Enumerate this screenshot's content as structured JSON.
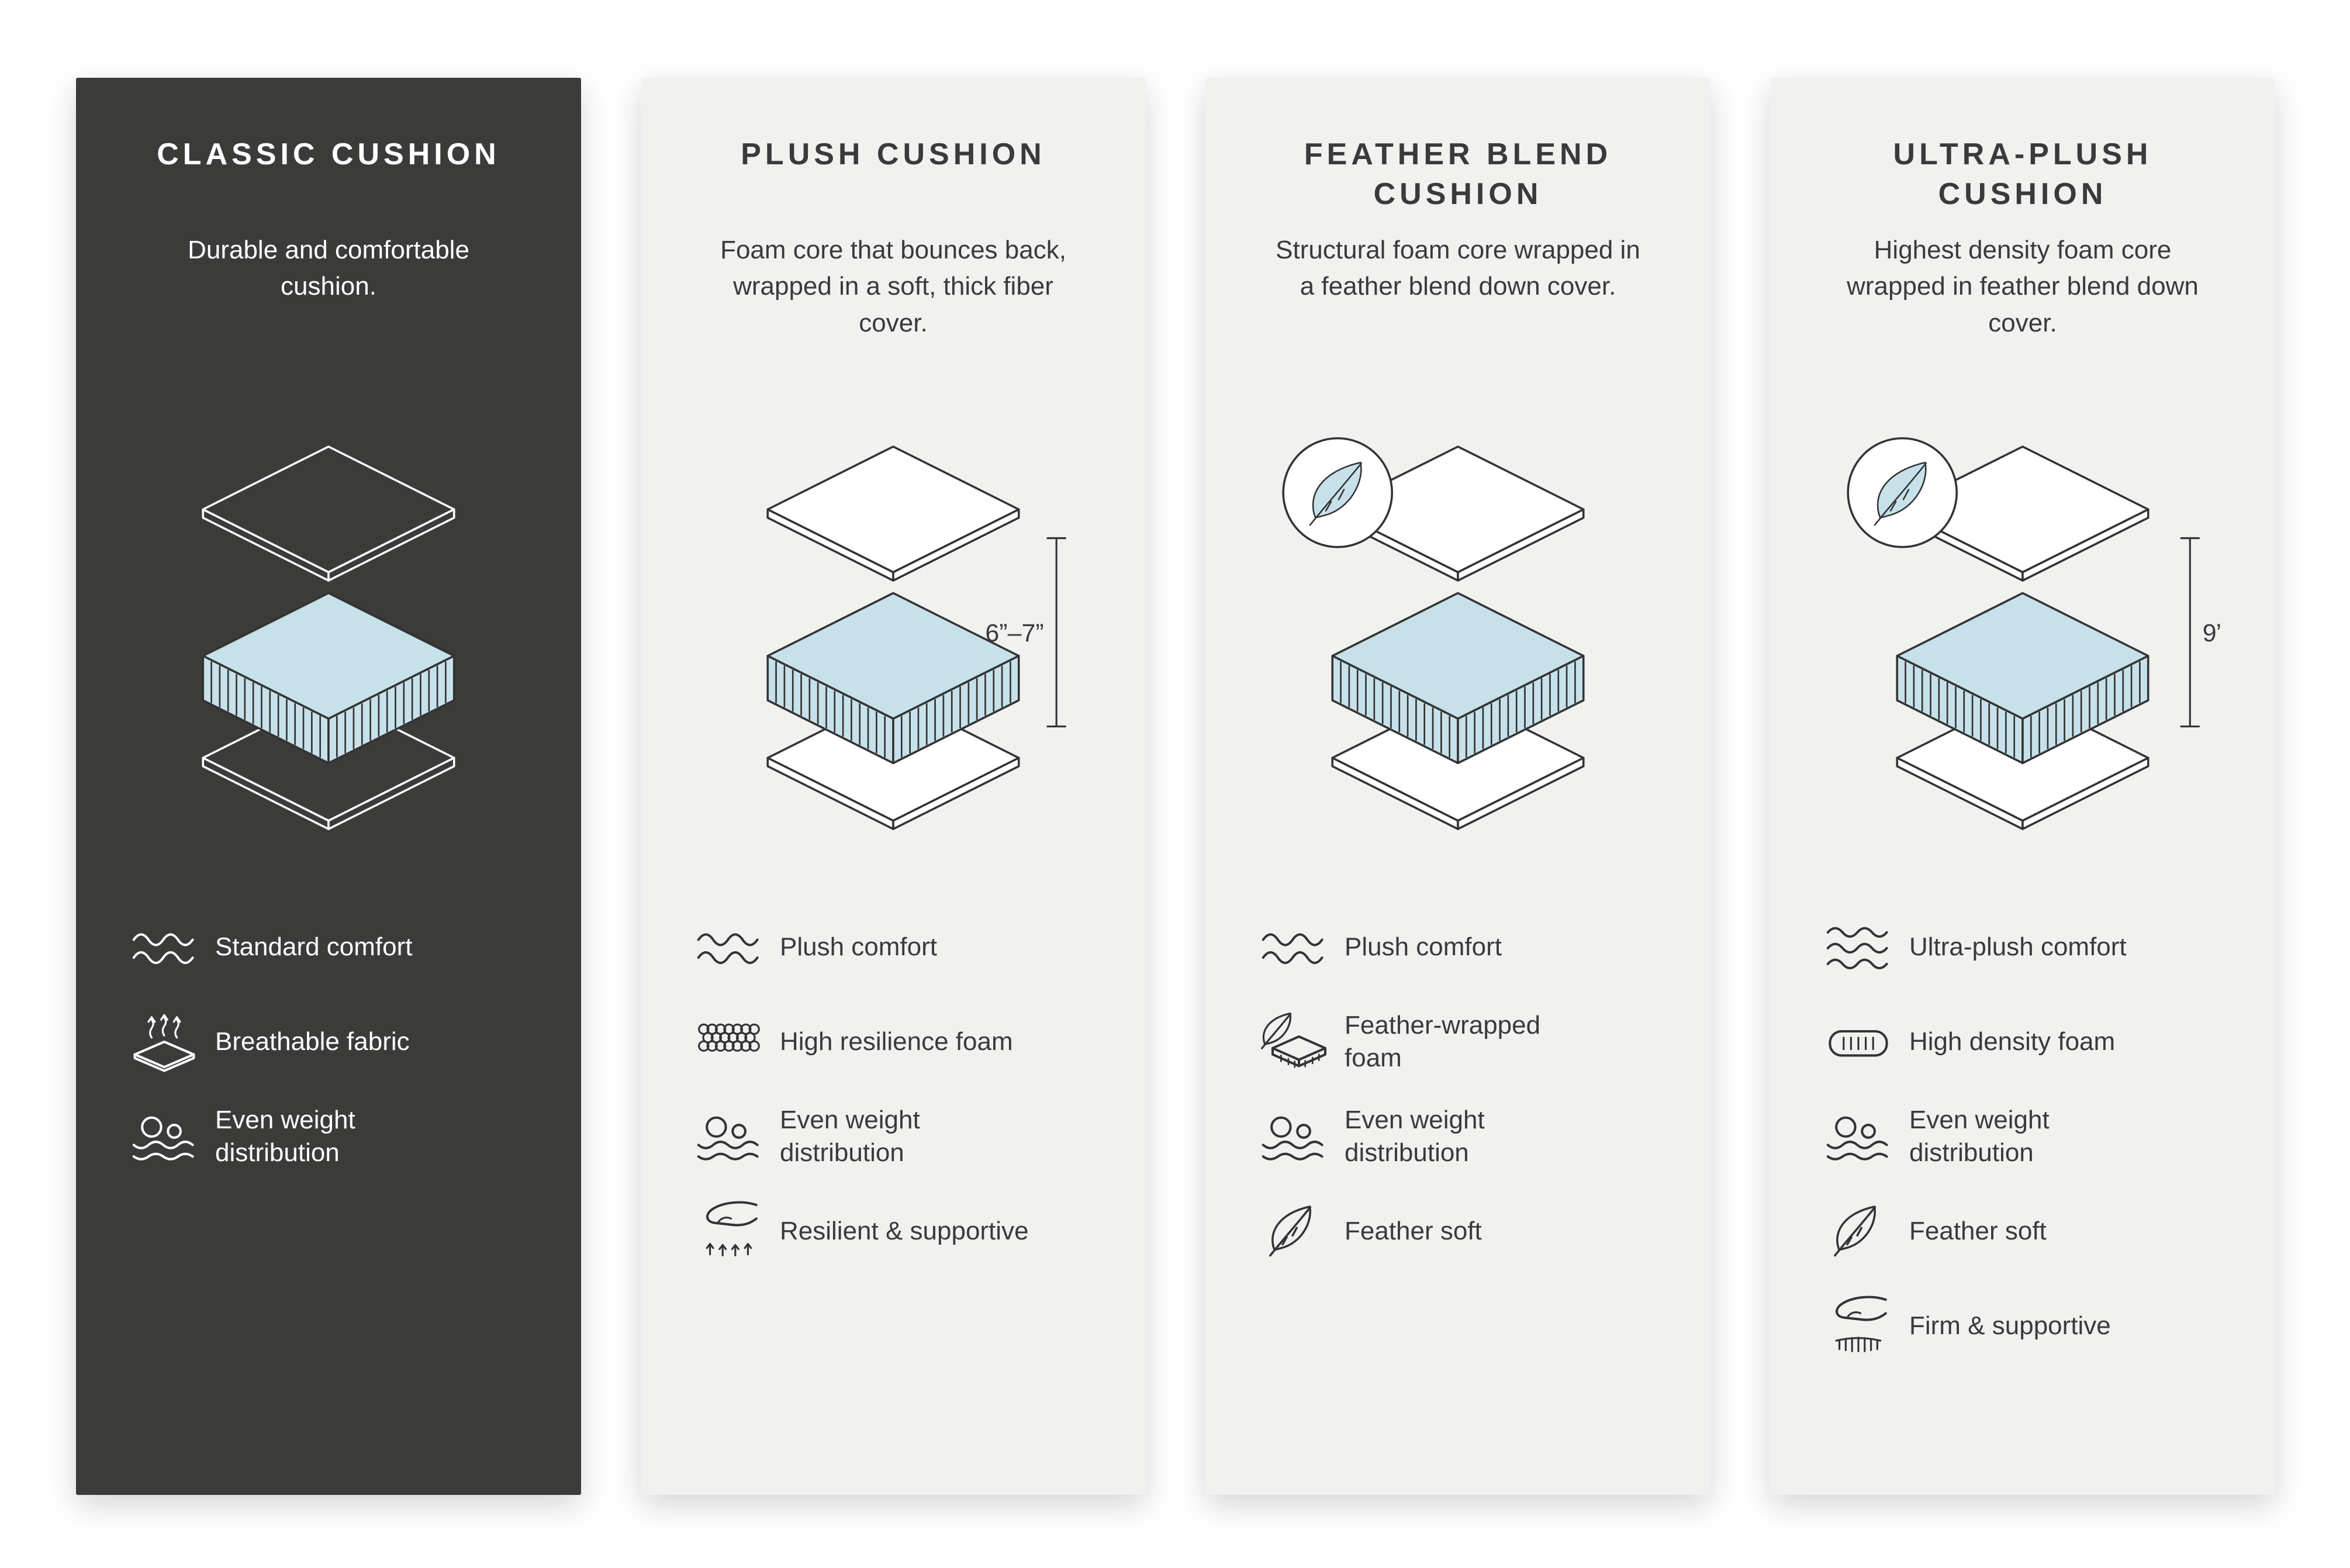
{
  "page": {
    "background": "#FFFFFF",
    "type": "cushion-comparison-infographic"
  },
  "panels": [
    {
      "title": "CLASSIC CUSHION",
      "description": "Durable and comfortable cushion.",
      "theme": "dark",
      "colors": {
        "background": "#3B3B39",
        "text": "#FFFFFF",
        "line": "#FFFFFF",
        "foam": "#C7E1EA",
        "foam_line": "#333333",
        "layer_fill": "#3B3B39"
      },
      "diagram": {
        "type": "cushion-stack",
        "feather_badge": false,
        "measurement": "",
        "measurement_side": ""
      },
      "features": [
        {
          "icon": "waves-icon",
          "label": "Standard comfort"
        },
        {
          "icon": "breathable-fabric-icon",
          "label": "Breathable fabric"
        },
        {
          "icon": "even-weight-icon",
          "label": "Even weight distribution"
        }
      ]
    },
    {
      "title": "PLUSH CUSHION",
      "description": "Foam core that bounces back, wrapped in a soft, thick fiber cover.",
      "theme": "light",
      "colors": {
        "background": "#F1F1EF",
        "text": "#3A3A3A",
        "line": "#333333",
        "foam": "#C7E1EA",
        "foam_line": "#333333",
        "layer_fill": "#FFFFFF"
      },
      "diagram": {
        "type": "cushion-stack",
        "feather_badge": false,
        "measurement": "6”–7”",
        "measurement_side": "left"
      },
      "features": [
        {
          "icon": "waves-icon",
          "label": "Plush comfort"
        },
        {
          "icon": "foam-cells-icon",
          "label": "High resilience foam"
        },
        {
          "icon": "even-weight-icon",
          "label": "Even weight distribution"
        },
        {
          "icon": "resilient-hand-icon",
          "label": "Resilient & supportive"
        }
      ]
    },
    {
      "title": "FEATHER BLEND CUSHION",
      "description": "Structural foam core wrapped in a feather blend down cover.",
      "theme": "light",
      "colors": {
        "background": "#F1F1EF",
        "text": "#3A3A3A",
        "line": "#333333",
        "foam": "#C7E1EA",
        "foam_line": "#333333",
        "layer_fill": "#FFFFFF"
      },
      "diagram": {
        "type": "cushion-stack",
        "feather_badge": true,
        "measurement": "",
        "measurement_side": ""
      },
      "features": [
        {
          "icon": "waves-icon",
          "label": "Plush comfort"
        },
        {
          "icon": "feather-foam-icon",
          "label": "Feather-wrapped foam"
        },
        {
          "icon": "even-weight-icon",
          "label": "Even weight distribution"
        },
        {
          "icon": "feather-icon",
          "label": "Feather soft"
        }
      ]
    },
    {
      "title": "ULTRA-PLUSH CUSHION",
      "description": "Highest density foam core wrapped in feather blend down cover.",
      "theme": "light",
      "colors": {
        "background": "#F1F1EF",
        "text": "#3A3A3A",
        "line": "#333333",
        "foam": "#C7E1EA",
        "foam_line": "#333333",
        "layer_fill": "#FFFFFF"
      },
      "diagram": {
        "type": "cushion-stack",
        "feather_badge": true,
        "measurement": "9”",
        "measurement_side": "right"
      },
      "features": [
        {
          "icon": "waves-3-icon",
          "label": "Ultra-plush comfort"
        },
        {
          "icon": "density-foam-icon",
          "label": "High density foam"
        },
        {
          "icon": "even-weight-icon",
          "label": "Even weight distribution"
        },
        {
          "icon": "feather-icon",
          "label": "Feather soft"
        },
        {
          "icon": "firm-hand-icon",
          "label": "Firm & supportive"
        }
      ]
    }
  ]
}
